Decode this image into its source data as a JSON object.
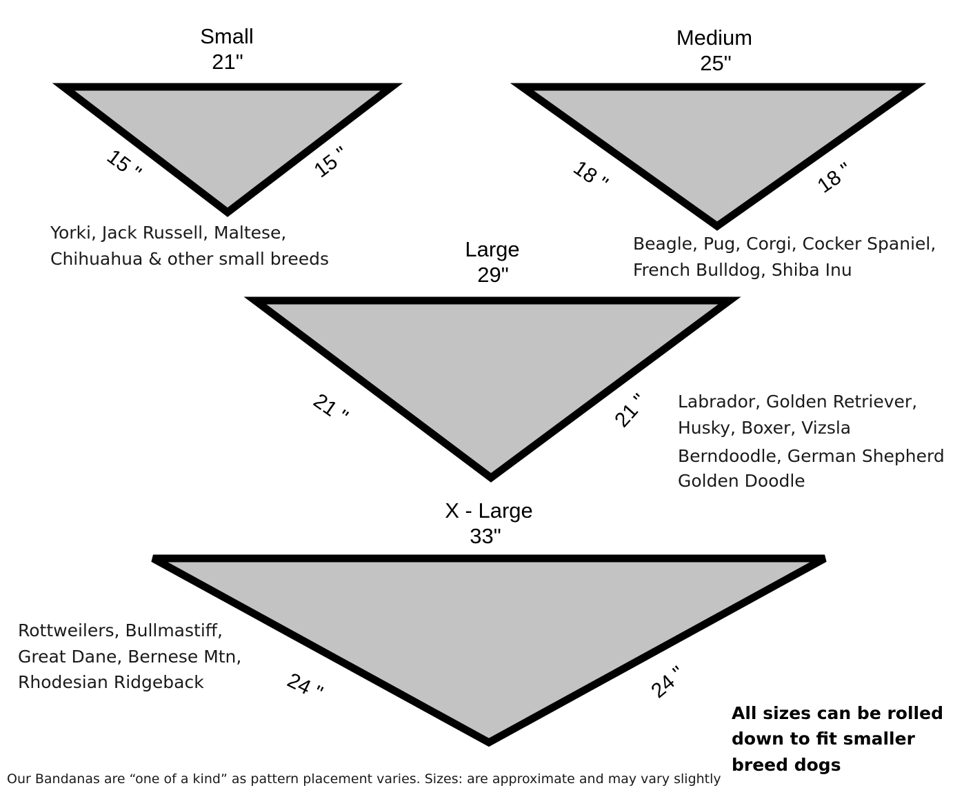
{
  "sizes": [
    {
      "id": "small",
      "name": "Small",
      "width": "21\"",
      "sides": [
        "15 \"",
        "15 \""
      ],
      "breeds": [
        "Yorki, Jack Russell, Maltese,",
        "Chihuahua & other small breeds"
      ]
    },
    {
      "id": "medium",
      "name": "Medium",
      "width": "25\"",
      "sides": [
        "18 \"",
        "18 \""
      ],
      "breeds": [
        "Beagle, Pug, Corgi, Cocker Spaniel,",
        "French Bulldog, Shiba Inu"
      ]
    },
    {
      "id": "large",
      "name": "Large",
      "width": "29\"",
      "sides": [
        "21 \"",
        "21 \""
      ],
      "breeds": [
        "Labrador, Golden Retriever,",
        "Husky, Boxer, Vizsla",
        "Berndoodle, German Shepherd",
        "Golden Doodle"
      ]
    },
    {
      "id": "xlarge",
      "name": "X - Large",
      "width": "33\"",
      "sides": [
        "24 \"",
        "24 \""
      ],
      "breeds": [
        "Rottweilers, Bullmastiff,",
        "Great Dane, Bernese Mtn,",
        "Rhodesian Ridgeback"
      ]
    }
  ],
  "note": [
    "All sizes can be rolled",
    "down to fit smaller",
    "breed dogs"
  ],
  "footer": "Our Bandanas are “one of a kind” as pattern placement varies. Sizes: are approximate and may vary slightly",
  "colors": {
    "fill": "#c3c3c3",
    "stroke": "#000000"
  }
}
